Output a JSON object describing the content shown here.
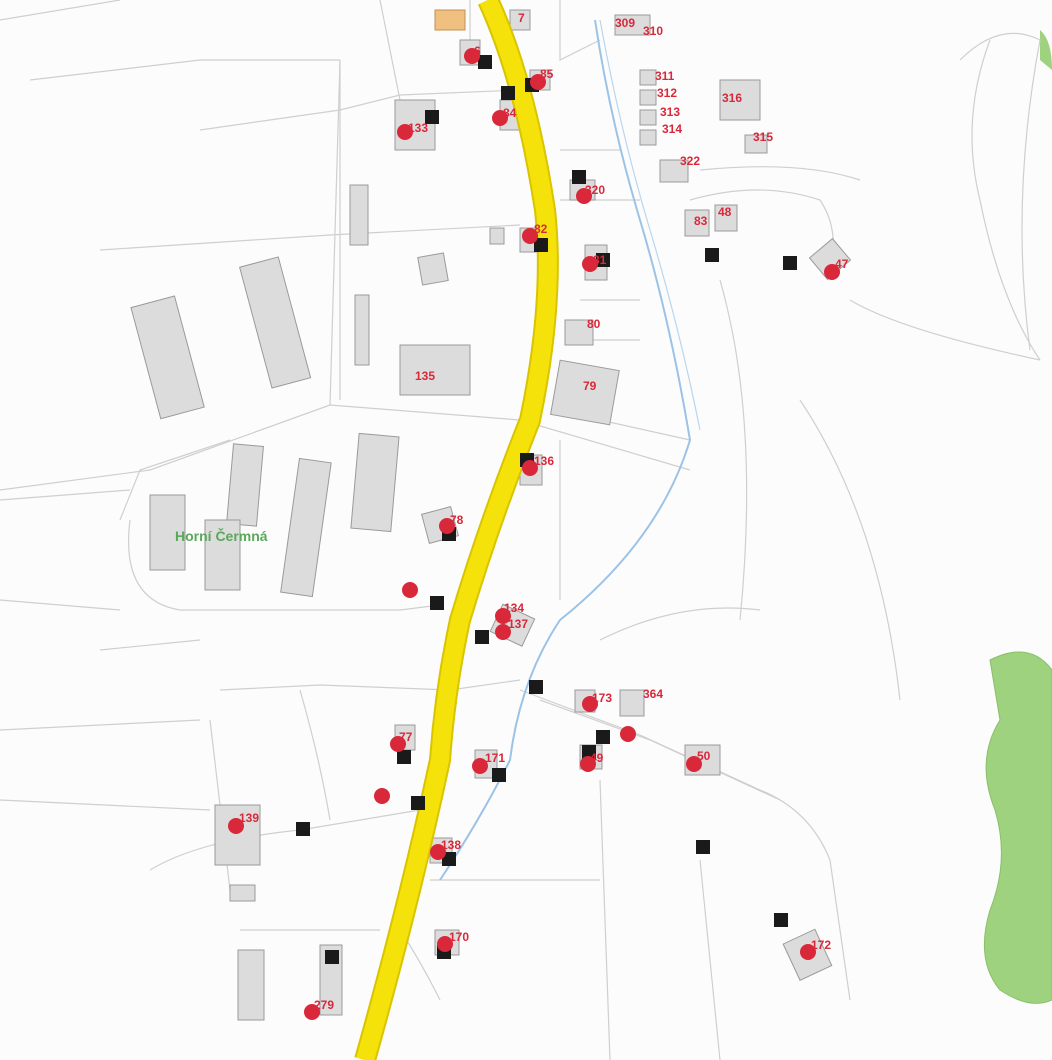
{
  "map": {
    "place_name": "Horní Čermná",
    "house_numbers": [
      "7",
      "6",
      "85",
      "84",
      "133",
      "309",
      "310",
      "311",
      "312",
      "313",
      "314",
      "316",
      "315",
      "322",
      "320",
      "82",
      "83",
      "48",
      "81",
      "47",
      "80",
      "135",
      "79",
      "136",
      "78",
      "134",
      "137",
      "173",
      "364",
      "77",
      "171",
      "49",
      "50",
      "139",
      "138",
      "170",
      "172",
      "279"
    ],
    "colors": {
      "road": "#f5e20a",
      "road_edge": "#d9c400",
      "building": "#d9d9d9",
      "building_edge": "#9a9a9a",
      "parcel_line": "#c8c8c8",
      "stream": "#9cc3e6",
      "forest": "#9fd27f",
      "house_marker": "#d9283a",
      "label": "#d9283a",
      "place_label": "#5aa85a",
      "square_marker": "#1a1a1a"
    }
  }
}
